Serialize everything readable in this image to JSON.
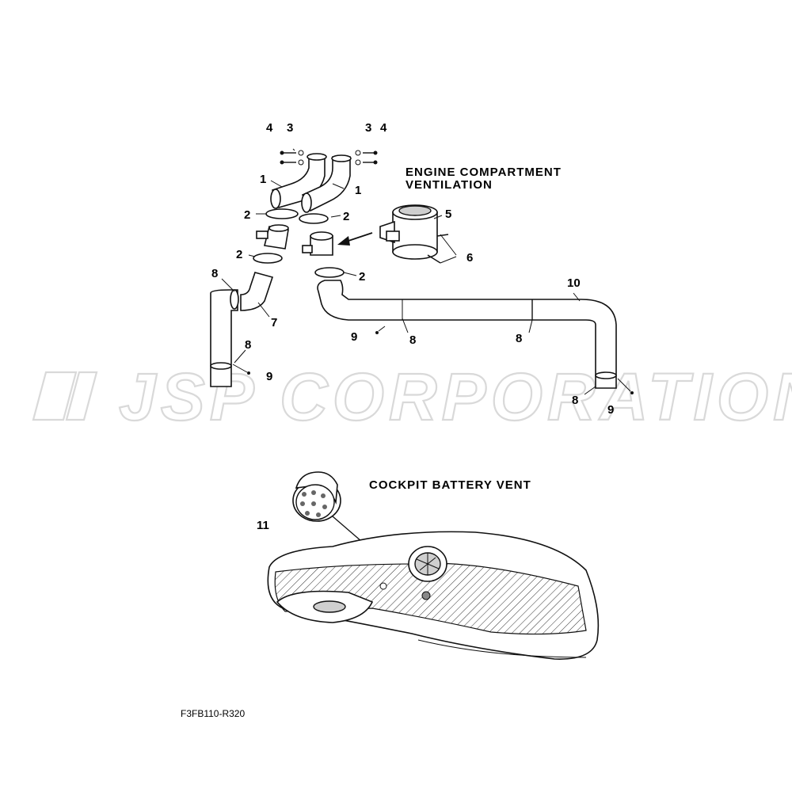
{
  "titles": {
    "engine": [
      "ENGINE COMPARTMENT",
      "VENTILATION"
    ],
    "cockpit": "COCKPIT BATTERY VENT"
  },
  "watermark": "JSP CORPORATION",
  "code": "F3FB110-R320",
  "callouts": {
    "c4a": "4",
    "c3a": "3",
    "c3b": "3",
    "c4b": "4",
    "c1a": "1",
    "c1b": "1",
    "c2a": "2",
    "c2b": "2",
    "c2c": "2",
    "c2d": "2",
    "c5": "5",
    "c6": "6",
    "c7": "7",
    "c8a": "8",
    "c8b": "8",
    "c8c": "8",
    "c8d": "8",
    "c8e": "8",
    "c9a": "9",
    "c9b": "9",
    "c9c": "9",
    "c10": "10",
    "c11": "11"
  }
}
